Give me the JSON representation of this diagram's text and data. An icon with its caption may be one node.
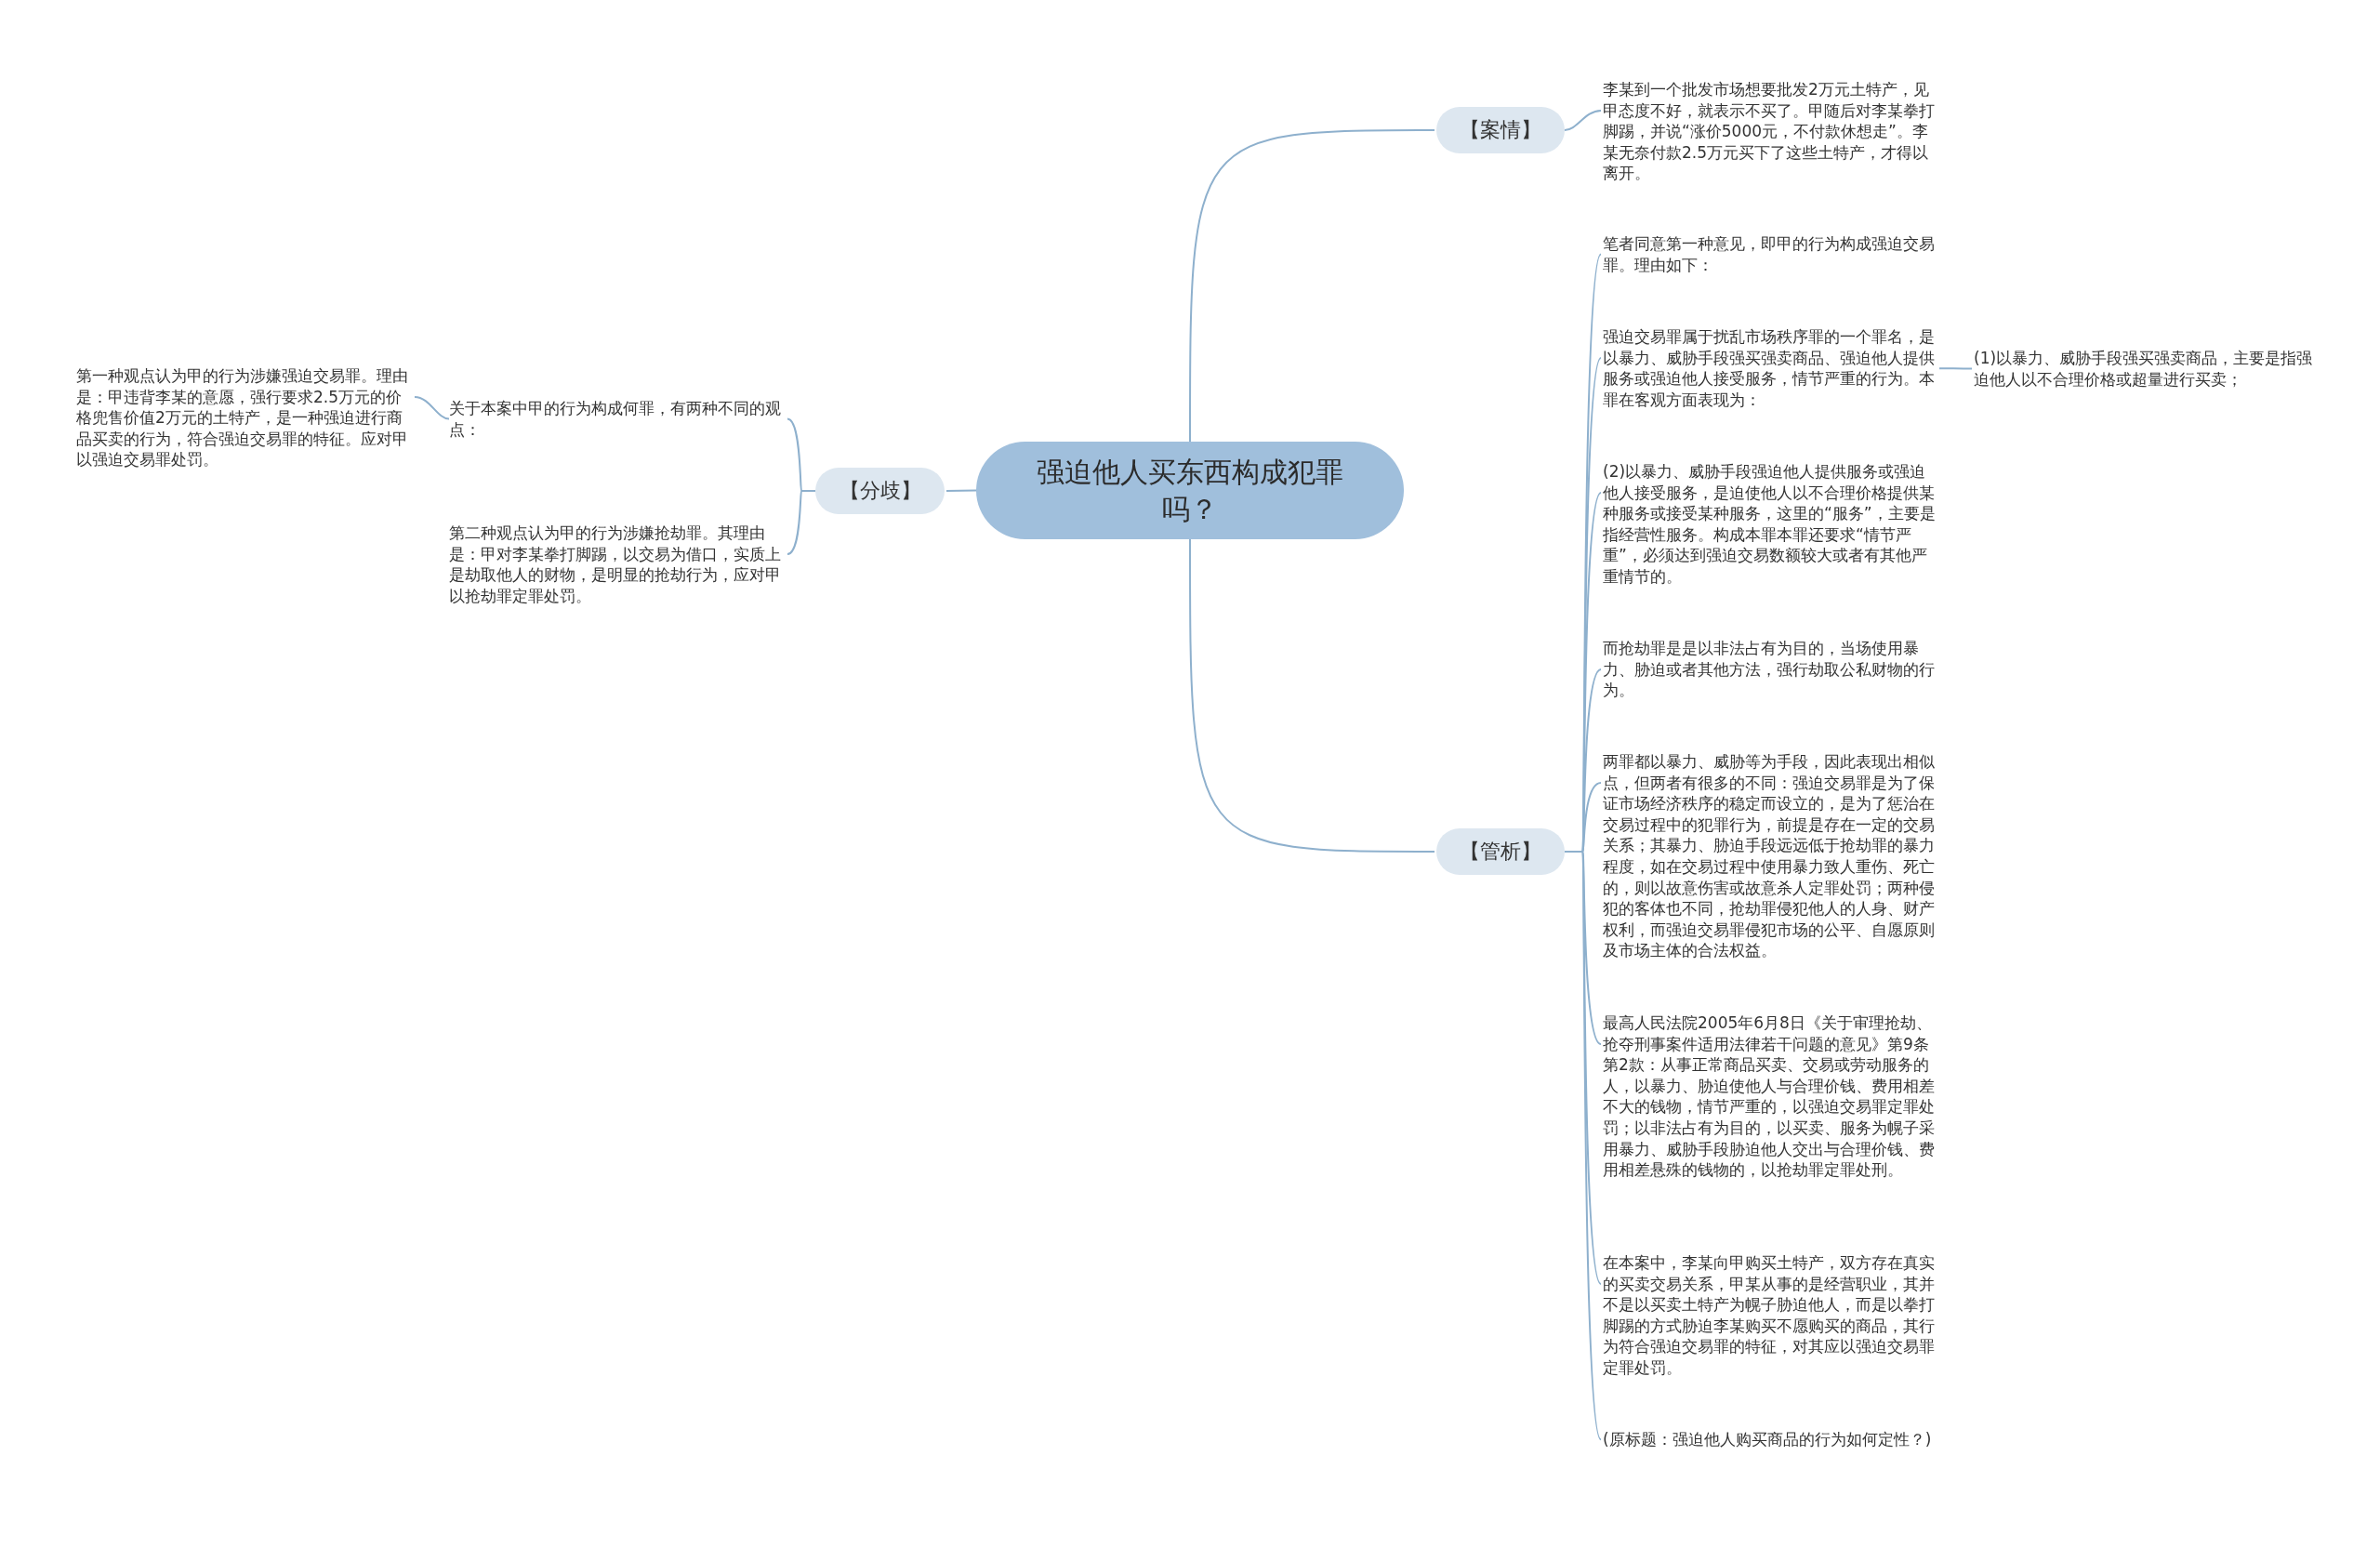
{
  "diagram": {
    "nodes": [
      {
        "text": [
          "强迫他人买东西构成犯罪吗？"
        ]
      },
      {
        "text": [
          "【案情】"
        ]
      },
      {
        "text": [
          "李某到一个批发市场想要批发2万元土特产，见甲态度不好，就表示不买了。甲随后对李某拳打脚踢，并说“涨价5000元，不付款休想走”。李某无奈付款2.5万元买下了这些土特产，才得以离开。"
        ]
      },
      {
        "text": [
          "【管析】"
        ]
      },
      {
        "text": [
          "笔者同意第一种意见，即甲的行为构成强迫交易罪。理由如下："
        ]
      },
      {
        "text": [
          "强迫交易罪属于扰乱市场秩序罪的一个罪名，是以暴力、威胁手段强买强卖商品、强迫他人提供服务或强迫他人接受服务，情节严重的行为。本罪在客观方面表现为："
        ]
      },
      {
        "text": [
          "(2)以暴力、威胁手段强迫他人提供服务或强迫他人接受服务，是迫使他人以不合理价格提供某种服务或接受某种服务，这里的“服务”，主要是指经营性服务。构成本罪本罪还要求“情节严重”，必须达到强迫交易数额较大或者有其他严重情节的。"
        ]
      },
      {
        "text": [
          "而抢劫罪是是以非法占有为目的，当场使用暴力、胁迫或者其他方法，强行劫取公私财物的行为。"
        ]
      },
      {
        "text": [
          "两罪都以暴力、威胁等为手段，因此表现出相似点，但两者有很多的不同：强迫交易罪是为了保证市场经济秩序的稳定而设立的，是为了惩治在交易过程中的犯罪行为，前提是存在一定的交易关系；其暴力、胁迫手段远远低于抢劫罪的暴力程度，如在交易过程中使用暴力致人重伤、死亡的，则以故意伤害或故意杀人定罪处罚；两种侵犯的客体也不同，抢劫罪侵犯他人的人身、财产权利，而强迫交易罪侵犯市场的公平、自愿原则及市场主体的合法权益。"
        ]
      },
      {
        "text": [
          "最高人民法院2005年6月8日《关于审理抢劫、抢夺刑事案件适用法律若干问题的意见》第9条第2款：从事正常商品买卖、交易或劳动服务的人，以暴力、胁迫使他人与合理价钱、费用相差不大的钱物，情节严重的，以强迫交易罪定罪处罚；以非法占有为目的，以买卖、服务为幌子采用暴力、威胁手段胁迫他人交出与合理价钱、费用相差悬殊的钱物的，以抢劫罪定罪处刑。"
        ]
      },
      {
        "text": [
          "在本案中，李某向甲购买土特产，双方存在真实的买卖交易关系，甲某从事的是经营职业，其并不是以买卖土特产为幌子胁迫他人，而是以拳打脚踢的方式胁迫李某购买不愿购买的商品，其行为符合强迫交易罪的特征，对其应以强迫交易罪定罪处罚。"
        ]
      },
      {
        "text": [
          "(原标题：强迫他人购买商品的行为如何定性？)"
        ]
      },
      {
        "text": [
          "(1)以暴力、威胁手段强买强卖商品，主要是指强迫他人以不合理价格或超量进行买卖；"
        ]
      },
      {
        "text": [
          "【分歧】"
        ]
      },
      {
        "text": [
          "关于本案中甲的行为构成何罪，有两种不同的观点："
        ]
      },
      {
        "text": [
          "第一种观点认为甲的行为涉嫌强迫交易罪。理由是：甲违背李某的意愿，强行要求2.5万元的价格兜售价值2万元的土特产，是一种强迫进行商品买卖的行为，符合强迫交易罪的特征。应对甲以强迫交易罪处罚。"
        ]
      },
      {
        "text": [
          "第二种观点认为甲的行为涉嫌抢劫罪。其理由是：甲对李某拳打脚踢，以交易为借口，实质上是劫取他人的财物，是明显的抢劫行为，应对甲以抢劫罪定罪处罚。"
        ]
      }
    ],
    "edges": [
      {
        "from": 0,
        "to": 1,
        "arrow": "none"
      },
      {
        "from": 1,
        "to": 2,
        "arrow": "none"
      },
      {
        "from": 0,
        "to": 3,
        "arrow": "none"
      },
      {
        "from": 3,
        "to": 4,
        "arrow": "none"
      },
      {
        "from": 3,
        "to": 5,
        "arrow": "none"
      },
      {
        "from": 3,
        "to": 6,
        "arrow": "none"
      },
      {
        "from": 3,
        "to": 7,
        "arrow": "none"
      },
      {
        "from": 3,
        "to": 8,
        "arrow": "none"
      },
      {
        "from": 3,
        "to": 9,
        "arrow": "none"
      },
      {
        "from": 3,
        "to": 10,
        "arrow": "none"
      },
      {
        "from": 3,
        "to": 11,
        "arrow": "none"
      },
      {
        "from": 5,
        "to": 12,
        "arrow": "none"
      },
      {
        "from": 0,
        "to": 13,
        "arrow": "none"
      },
      {
        "from": 13,
        "to": 14,
        "arrow": "none"
      },
      {
        "from": 14,
        "to": 15,
        "arrow": "none"
      },
      {
        "from": 13,
        "to": 16,
        "arrow": "none"
      }
    ]
  }
}
